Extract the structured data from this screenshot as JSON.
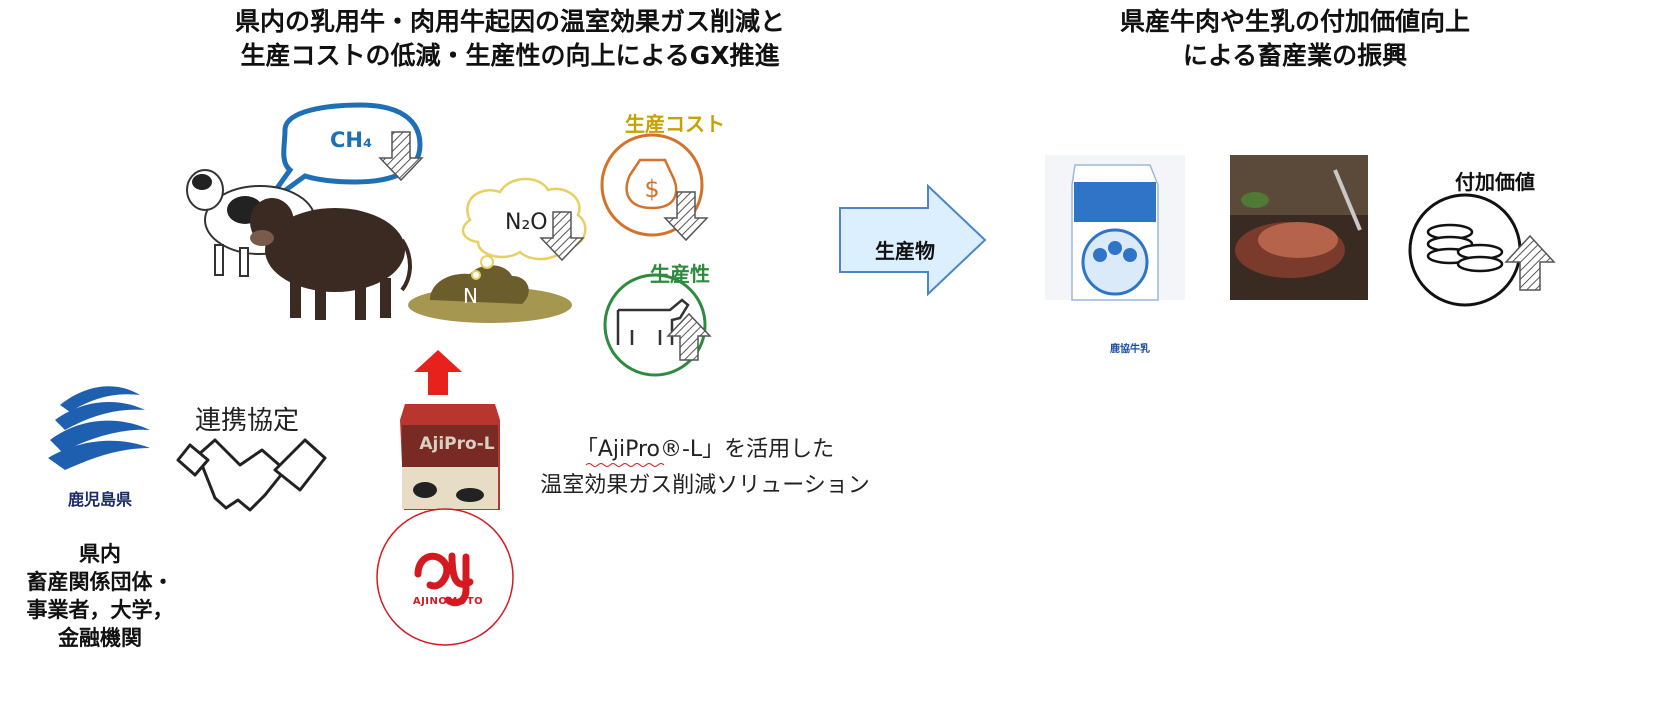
{
  "titles": {
    "left_line1": "県内の乳用牛・肉用牛起因の温室効果ガス削減と",
    "left_line2": "生産コストの低減・生産性の向上によるGX推進",
    "right_line1": "県産牛肉や生乳の付加価値向上",
    "right_line2": "による畜産業の振興"
  },
  "labels": {
    "ch4": "CH₄",
    "n2o": "N₂O",
    "n": "N",
    "production_cost": "生産コスト",
    "productivity": "生産性",
    "product": "生産物",
    "added_value": "付加価値",
    "partnership": "連携協定",
    "prefecture": "鹿児島県",
    "solution_line1": "「AjiPro®-L」を活用した",
    "solution_line2": "温室効果ガス削減ソリューション"
  },
  "stakeholders": {
    "line1": "県内",
    "line2": "畜産関係団体・",
    "line3": "事業者，大学，",
    "line4": "金融機関"
  },
  "logos": {
    "ajinomoto": "AJINOMOTO",
    "package": "AjiPro-L",
    "milk": "鹿協牛乳"
  },
  "colors": {
    "ch4_blue": "#1f6fb5",
    "cost_orange": "#d4722c",
    "cost_label": "#c8a000",
    "productivity_green": "#2e8b3e",
    "ajinomoto_red": "#d41920",
    "product_arrow_fill": "#dcefff",
    "product_arrow_stroke": "#4a86c8"
  }
}
